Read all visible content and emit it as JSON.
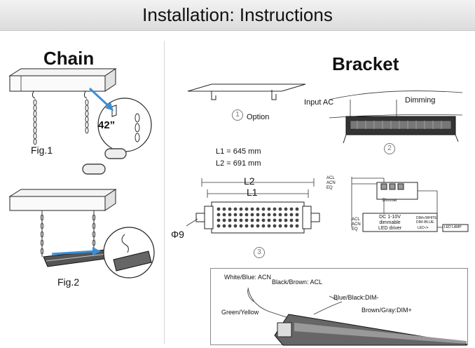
{
  "header": {
    "title": "Installation: Instructions"
  },
  "chain": {
    "title": "Chain",
    "callout": "42”",
    "fig1_label": "Fig.1",
    "fig2_label": "Fig.2"
  },
  "bracket": {
    "title": "Bracket",
    "step1_number": "1",
    "step1_label": "Option",
    "step2_number": "2",
    "input_label": "Input AC",
    "dimming_label": "Dimming",
    "step3_number": "3",
    "dim_l1_text": "L1 = 645 mm",
    "dim_l2_text": "L2 = 691 mm",
    "dim_l2": "L2",
    "dim_l1": "L1",
    "dim_phi": "Φ9",
    "wiring_terms_left": [
      "ACL",
      "ACN",
      "EQ"
    ],
    "wiring_terms_driver": [
      "ACL",
      "ACN",
      "EQ"
    ],
    "dimmer_label": "Dimmer",
    "driver_line1": "DC 1-10V",
    "driver_line2": "dimmable",
    "driver_line3": "LED driver",
    "driver_out1": "DIM+/WHITE",
    "driver_out2": "DIM-/BLUE",
    "driver_out3": "LED-/+",
    "led_lamp_label": "LED LAMP"
  },
  "wiring": {
    "white_blue": "White/Blue: ACN",
    "black_brown": "Black/Brown: ACL",
    "blue_black": "Blue/Black:DIM-",
    "green_yellow": "Green/Yellow",
    "brown_gray": "Brown/Gray:DIM+"
  },
  "colors": {
    "accent_arrow": "#3a8fd8",
    "header_bg": "#e6e6e6"
  }
}
